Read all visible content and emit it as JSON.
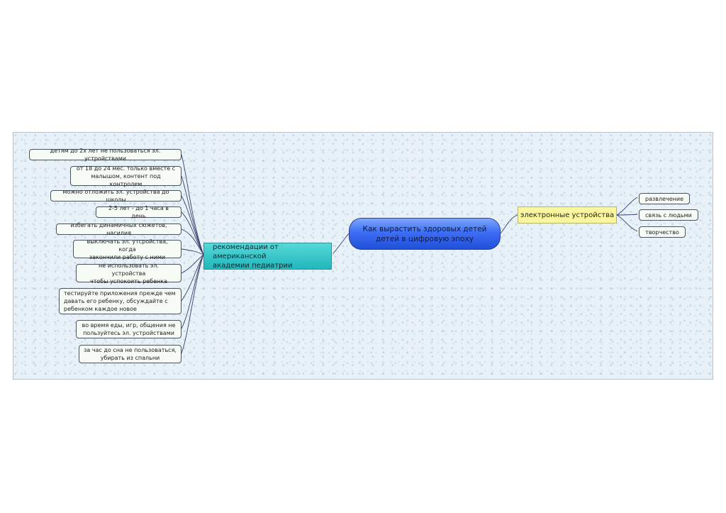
{
  "central_topic": {
    "lines": [
      "Как вырастить здоровых детей",
      "детей в цифровую эпоху"
    ]
  },
  "left_branch": {
    "lines": [
      "рекомендации от американской",
      "академии педиатрии"
    ],
    "items": [
      {
        "lines": [
          "детям до 2х лет не пользоваться эл. устройствами"
        ]
      },
      {
        "lines": [
          "от 18 до 24 мес. только вместе с",
          "малышом, контент под контролем"
        ]
      },
      {
        "lines": [
          "можно отложить эл. устройства до школы"
        ]
      },
      {
        "lines": [
          "2-5 лет - до 1 часа в день"
        ]
      },
      {
        "lines": [
          "избегать динамичных сюжетов, насилия"
        ]
      },
      {
        "lines": [
          "выключать эл. утсройства, когда",
          "закончили работу с ними"
        ]
      },
      {
        "lines": [
          "не использовать эл. устройства",
          "чтобы успокоить ребенка"
        ]
      },
      {
        "lines": [
          "тестируйте приложения прежде чем",
          "давать его ребенку, обсуждайте с",
          "ребенком каждое новое"
        ]
      },
      {
        "lines": [
          "во время еды, игр, общения не",
          "пользуйтесь эл. устройствами"
        ]
      },
      {
        "lines": [
          "за час до сна не пользоваться,",
          "убирать из спальни"
        ]
      }
    ]
  },
  "right_branch": {
    "label": "электронные устройства",
    "items": [
      {
        "label": "развлечение"
      },
      {
        "label": "связь с людьми"
      },
      {
        "label": "творчество"
      }
    ]
  },
  "colors": {
    "central": "#3d6ef5",
    "left_topic": "#2fc6c9",
    "right_topic": "#fbf7a0",
    "connector": "#3a3f6e"
  }
}
